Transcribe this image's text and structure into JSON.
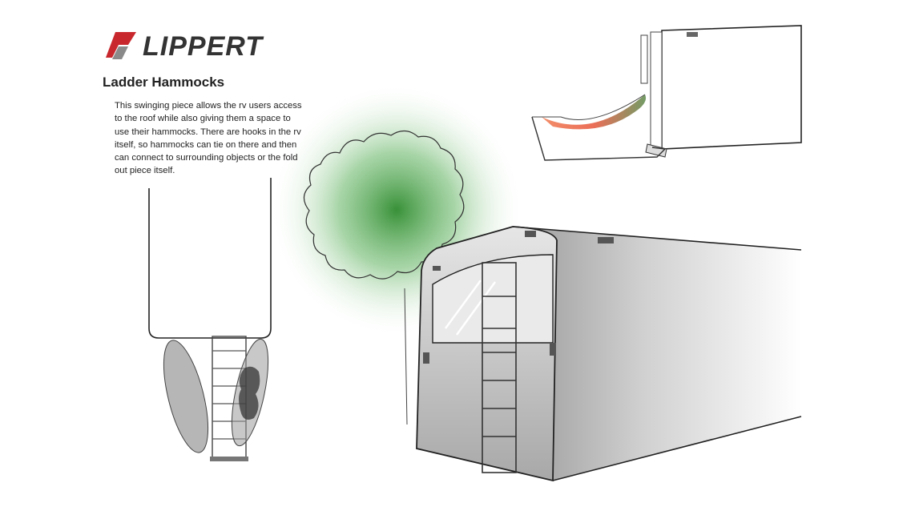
{
  "brand": {
    "name": "LIPPERT",
    "logo_color": "#c8282d",
    "logo_accent": "#8a8a8a",
    "icon": "lippert-logo-icon"
  },
  "slide": {
    "title": "Ladder Hammocks",
    "description": "This swinging piece allows the rv users access to the roof while also giving them a space to use their hammocks. There are hooks in the rv itself, so hammocks can tie on there and then can connect to surrounding objects or the fold out piece itself."
  },
  "colors": {
    "tree_glow": "#3a9a3a",
    "hammock": "#e8553a",
    "rv_body": "#cfcfcf",
    "outline": "#222222"
  }
}
